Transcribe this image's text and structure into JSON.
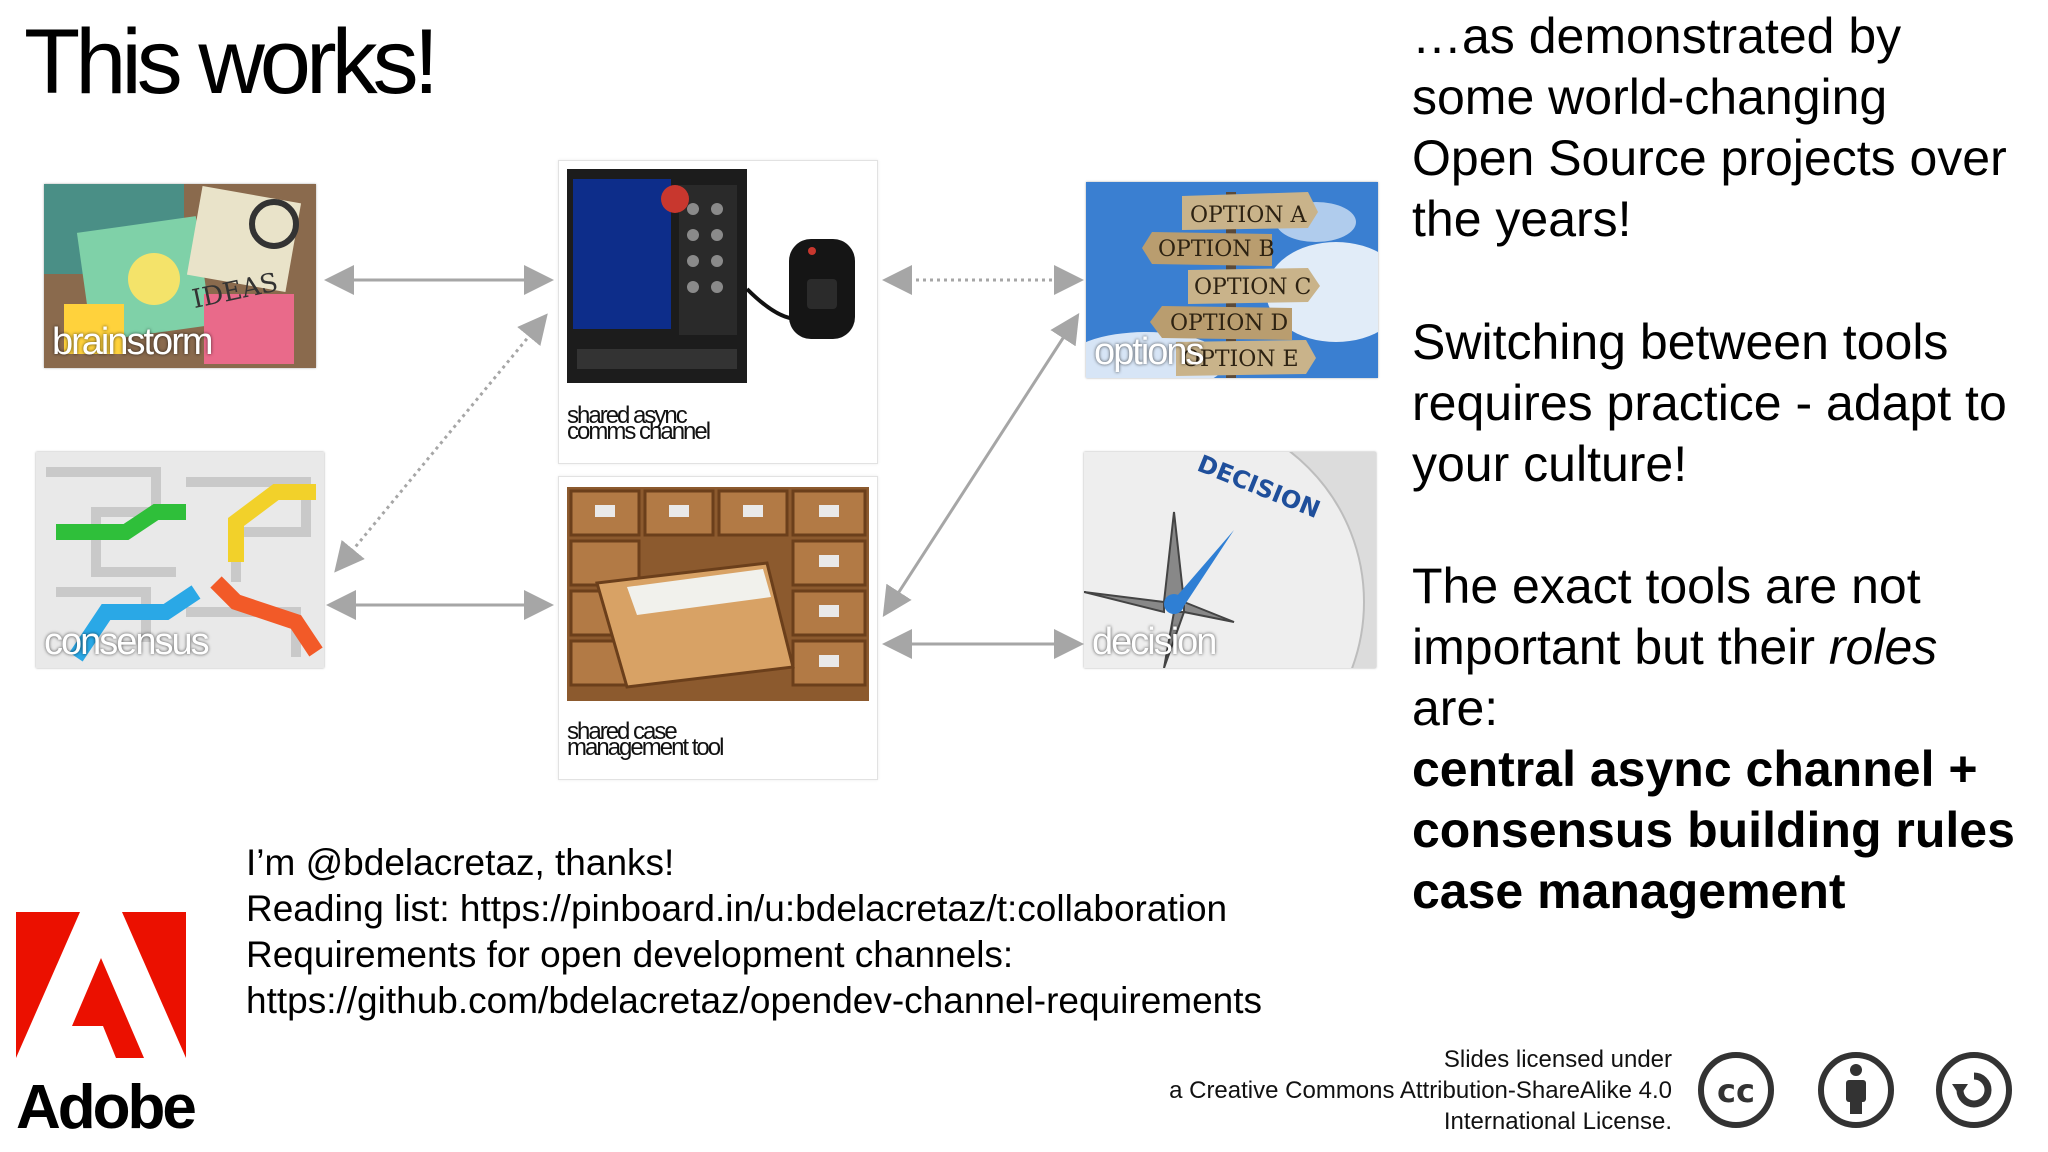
{
  "slide": {
    "title": "This works!",
    "tiles": {
      "brainstorm": "brainstorm",
      "consensus": "consensus",
      "options": "options",
      "decision": "decision"
    },
    "cards": {
      "async_line1": "shared async",
      "async_line2": "comms channel",
      "case_line1": "shared case",
      "case_line2": "management tool"
    },
    "options_signs": [
      "OPTION A",
      "OPTION B",
      "OPTION C",
      "OPTION D",
      "OPTION E"
    ],
    "compass_word": "DECISION",
    "right": {
      "p1": [
        "…as demonstrated by",
        "some world-changing",
        "Open Source projects over",
        "the years!"
      ],
      "p2": [
        "Switching between tools",
        "requires practice - adapt to",
        "your culture!"
      ],
      "p3_line1": "The exact tools are not",
      "p3_line2_pre": "important but their ",
      "p3_line2_em": "roles",
      "p3_line3": "are:",
      "bold": [
        "central async channel +",
        "consensus building rules",
        "case management"
      ]
    },
    "bottom": [
      "I’m @bdelacretaz, thanks!",
      "Reading list: https://pinboard.in/u:bdelacretaz/t:collaboration",
      "Requirements for open development channels:",
      "https://github.com/bdelacretaz/opendev-channel-requirements"
    ],
    "logo_text": "Adobe",
    "license": [
      "Slides licensed under",
      "a Creative Commons Attribution-ShareAlike 4.0",
      "International License."
    ],
    "license_icons": [
      "cc-icon",
      "attribution-icon",
      "sharealike-icon"
    ],
    "colors": {
      "adobe_red": "#eb1000",
      "arrow": "#a6a6a6",
      "sky": "#3a7fd1"
    }
  }
}
